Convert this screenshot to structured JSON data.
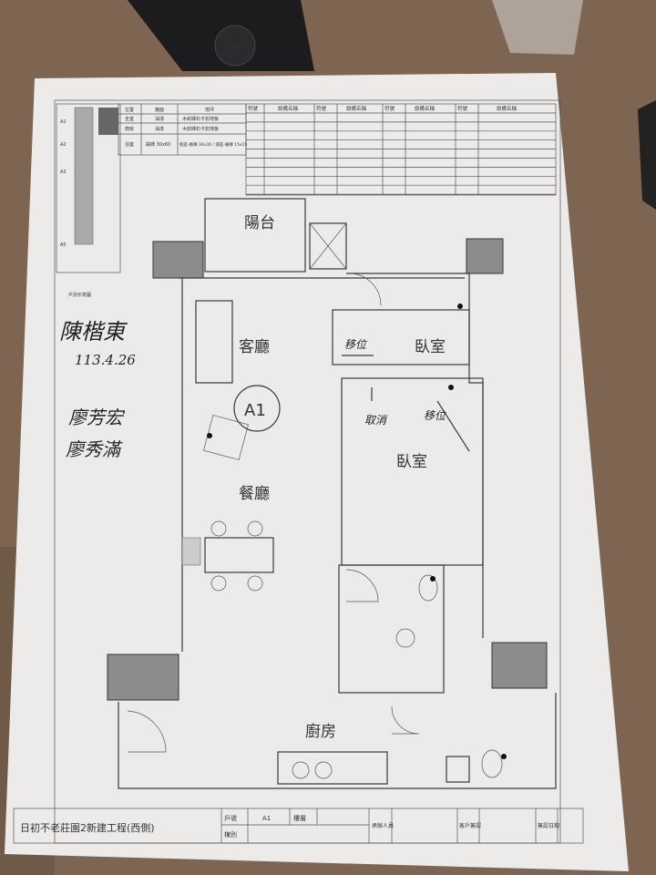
{
  "photo": {
    "colors": {
      "table": "#7d6552",
      "paper": "#ecebea",
      "ink": "#333333",
      "wall_fill": "#8c8c8c",
      "remote": "#1c1c1e"
    },
    "remote": {
      "ok_label": "OK"
    }
  },
  "finish_table": {
    "headers": [
      "位置",
      "牆面",
      "地坪"
    ],
    "rows": [
      [
        "全室",
        "油漆",
        "木紋磚石卡扣地板"
      ],
      [
        "廚房",
        "油漆",
        "木紋磚石卡扣地板"
      ],
      [
        "浴室",
        "磁磚 30x60",
        "乾區 磁磚 30x30 / 濕區 磁磚 15x15"
      ]
    ],
    "caption": "戶別示意圖",
    "unit_labels": [
      "A1",
      "A2",
      "A3",
      "A5"
    ]
  },
  "legend": {
    "headers": [
      "符號",
      "設備名稱",
      "符號",
      "設備名稱",
      "符號",
      "設備名稱",
      "符號",
      "設備名稱"
    ]
  },
  "rooms": {
    "balcony": "陽台",
    "living": "客廳",
    "dining": "餐廳",
    "bedroom1": "臥室",
    "bedroom2": "臥室",
    "kitchen": "廚房",
    "unit_tag": "A1"
  },
  "handwritten": {
    "name1": "陳楷東",
    "date": "113.4.26",
    "name2": "廖芳宏",
    "name3": "廖秀滿",
    "note_move1": "移位",
    "note_cancel": "取消",
    "note_move2": "移位"
  },
  "title_block": {
    "project": "日初不老莊園2新建工程(西側)",
    "unit_no_label": "戶號",
    "unit_no": "A1",
    "floor_label": "樓層",
    "building_label": "棟別",
    "handler_label": "承辦人員",
    "client_sign_label": "客戶簽認",
    "sign_date_label": "簽認日期"
  }
}
